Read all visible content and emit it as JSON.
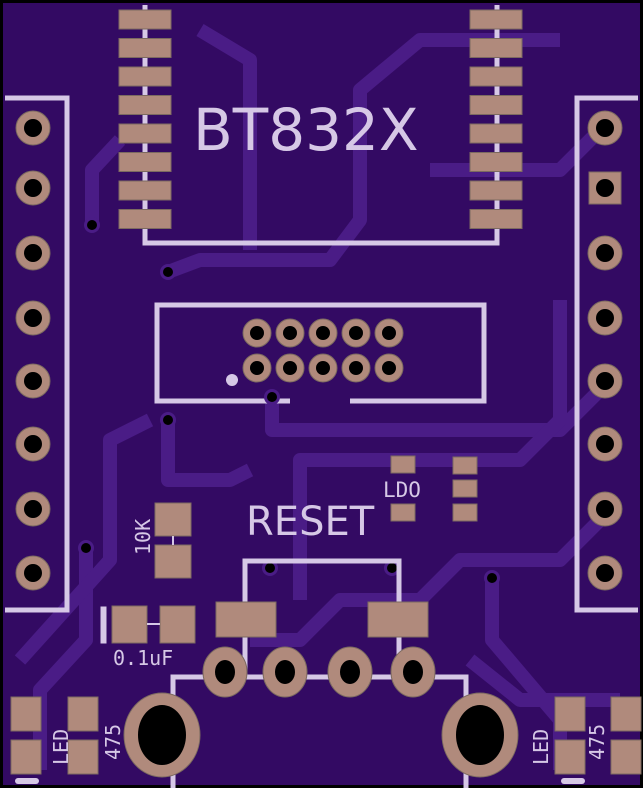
{
  "board": {
    "colors": {
      "substrate": "#330a63",
      "trace": "#4a1c86",
      "pad": "#b08a7c",
      "silkscreen": "#d6c8e6"
    },
    "labels": {
      "module": "BT832X",
      "reset": "RESET",
      "ldo": "LDO",
      "resistor": "10K",
      "capacitor": "0.1uF",
      "led_left": "LED",
      "res_left": "475",
      "led_right": "LED",
      "res_right": "475"
    }
  }
}
